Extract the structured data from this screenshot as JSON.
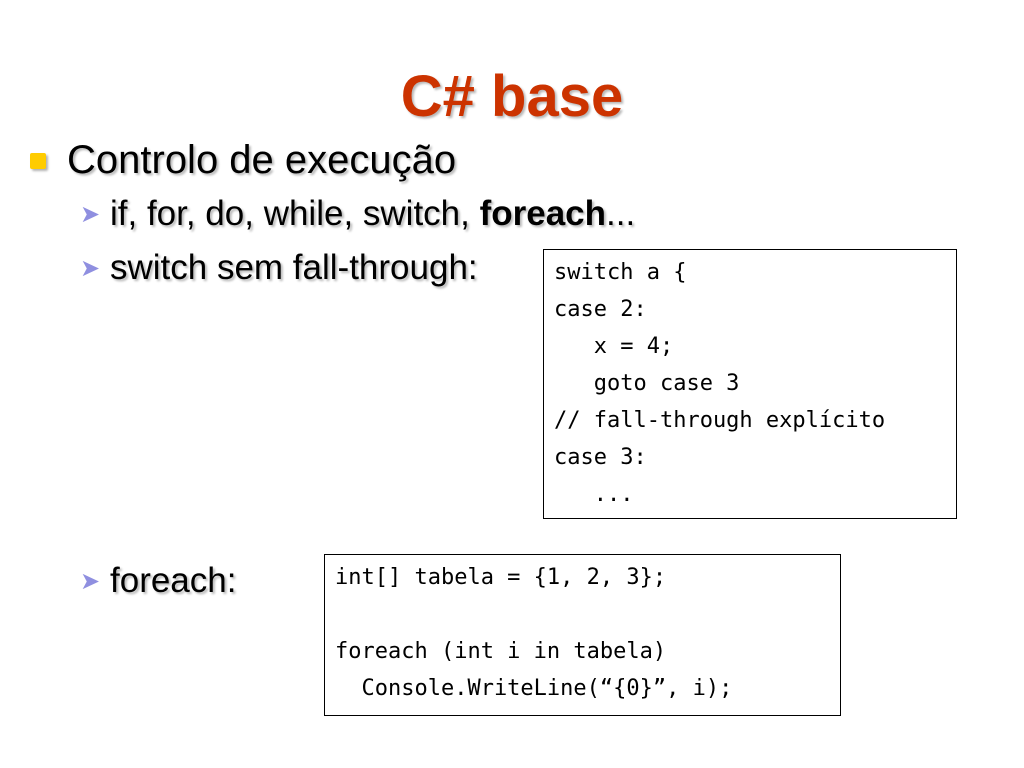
{
  "colors": {
    "title": "#cc3300",
    "bullet": "#ffcc00",
    "arrow": "#8f8fe0",
    "text": "#000000"
  },
  "icons": {
    "bullet": "square-bullet-icon",
    "arrow": "arrowhead-bullet-icon"
  },
  "slide": {
    "title": "C# base",
    "bullet1": "Controlo de execução",
    "sub1": {
      "text": "if, for, do, while, switch, ",
      "bold": "foreach",
      "suffix": "..."
    },
    "sub2": {
      "text": "switch sem fall-through:"
    },
    "sub3": {
      "text": "foreach:"
    }
  },
  "code_switch": {
    "lines": [
      "switch a {",
      "case 2:",
      "   x = 4;",
      "   goto case 3",
      "// fall-through explícito",
      "case 3:",
      "   ..."
    ]
  },
  "code_foreach": {
    "lines": [
      "int[] tabela = {1, 2, 3};",
      "",
      "foreach (int i in tabela)",
      "  Console.WriteLine(“{0}”, i);"
    ]
  }
}
